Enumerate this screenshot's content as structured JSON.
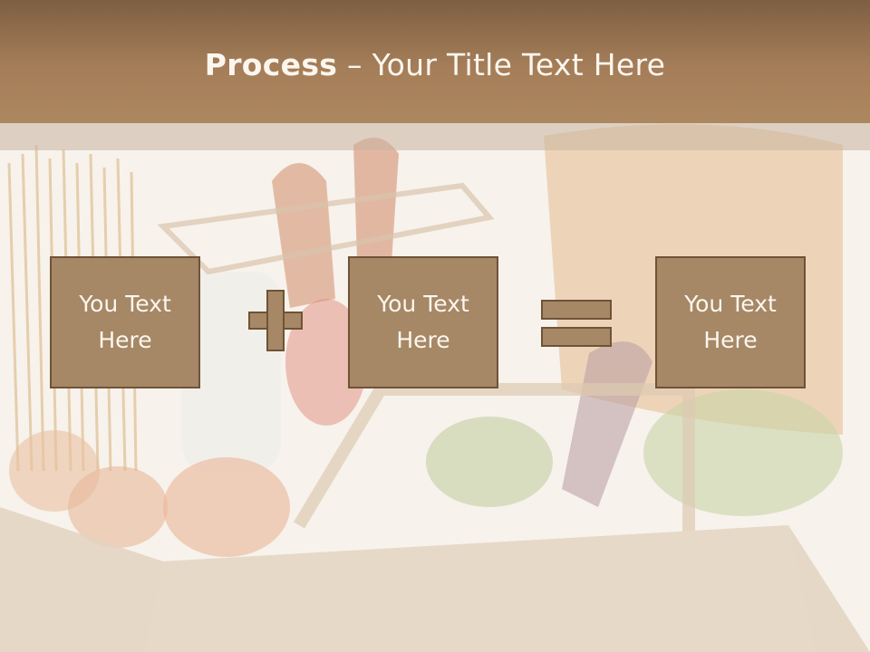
{
  "slide": {
    "title_bold": "Process",
    "title_rest": " – Your Title Text Here",
    "boxes": [
      {
        "line1": "You Text",
        "line2": "Here"
      },
      {
        "line1": "You Text",
        "line2": "Here"
      },
      {
        "line1": "You Text",
        "line2": "Here"
      }
    ],
    "operators": [
      "plus",
      "equals"
    ]
  },
  "colors": {
    "title_bar": "#a57e59",
    "box_fill": "#a68866",
    "box_border": "#6f5336",
    "text_light": "#fbf6ee"
  }
}
